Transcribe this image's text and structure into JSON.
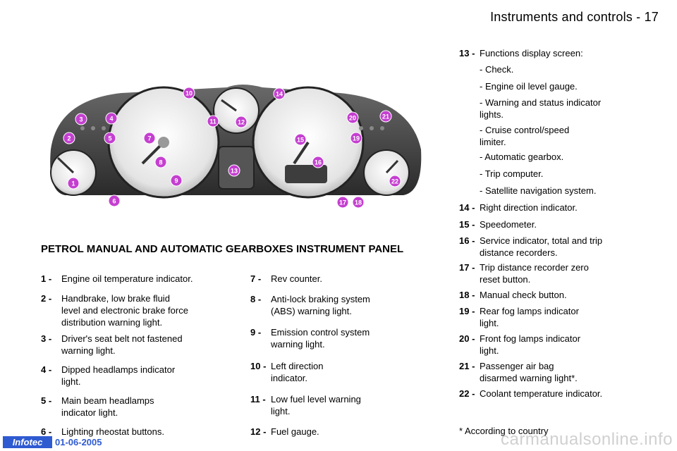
{
  "header": {
    "title": "Instruments and controls - 17"
  },
  "section_title": "PETROL MANUAL AND AUTOMATIC GEARBOXES INSTRUMENT PANEL",
  "callouts": [
    "1",
    "2",
    "3",
    "4",
    "5",
    "6",
    "7",
    "8",
    "9",
    "10",
    "11",
    "12",
    "13",
    "14",
    "15",
    "16",
    "17",
    "18",
    "19",
    "20",
    "21",
    "22"
  ],
  "items_col1": [
    {
      "num": "1 -",
      "text": "Engine oil temperature indicator."
    },
    {
      "num": "2 -",
      "text": "Handbrake, low brake fluid\nlevel and electronic brake force\ndistribution warning light."
    },
    {
      "num": "3 -",
      "text": "Driver's seat belt not fastened\nwarning light."
    },
    {
      "num": "4 -",
      "text": "Dipped headlamps indicator\nlight."
    },
    {
      "num": "5 -",
      "text": "Main beam headlamps\nindicator light."
    },
    {
      "num": "6 -",
      "text": "Lighting rheostat buttons."
    }
  ],
  "items_col2": [
    {
      "num": "7 -",
      "text": "Rev counter."
    },
    {
      "num": "8 -",
      "text": "Anti-lock braking system\n(ABS) warning light."
    },
    {
      "num": "9 -",
      "text": "Emission control system\nwarning light."
    },
    {
      "num": "10 -",
      "text": "Left direction\nindicator."
    },
    {
      "num": "11 -",
      "text": "Low fuel level warning\nlight."
    },
    {
      "num": "12 -",
      "text": "Fuel gauge."
    }
  ],
  "item13": {
    "num": "13 -",
    "text": "Functions display screen:"
  },
  "item13_sub": [
    "- Check.",
    "- Engine oil level gauge.",
    "- Warning and status indicator\n   lights.",
    "- Cruise control/speed\n   limiter.",
    "- Automatic gearbox.",
    "- Trip computer.",
    "- Satellite navigation system."
  ],
  "items_col3": [
    {
      "num": "14 -",
      "text": "Right direction indicator."
    },
    {
      "num": "15 -",
      "text": "Speedometer."
    },
    {
      "num": "16 -",
      "text": "Service indicator, total and trip\ndistance recorders."
    },
    {
      "num": "17 -",
      "text": "Trip distance recorder zero\nreset button."
    },
    {
      "num": "18 -",
      "text": "Manual check button."
    },
    {
      "num": "19 -",
      "text": "Rear fog lamps indicator\nlight."
    },
    {
      "num": "20 -",
      "text": "Front fog lamps indicator\nlight."
    },
    {
      "num": "21 -",
      "text": "Passenger air bag\ndisarmed warning light*."
    },
    {
      "num": "22 -",
      "text": "Coolant temperature indicator."
    }
  ],
  "footnote": "* According to country",
  "footer": {
    "logo": "Infotec",
    "date": "01-06-2005"
  },
  "watermark": "carmanualsonline.info",
  "colors": {
    "callout": "#c43fd0",
    "dash_dark": "#3a3a3a",
    "footer_blue": "#2f5bd1"
  }
}
